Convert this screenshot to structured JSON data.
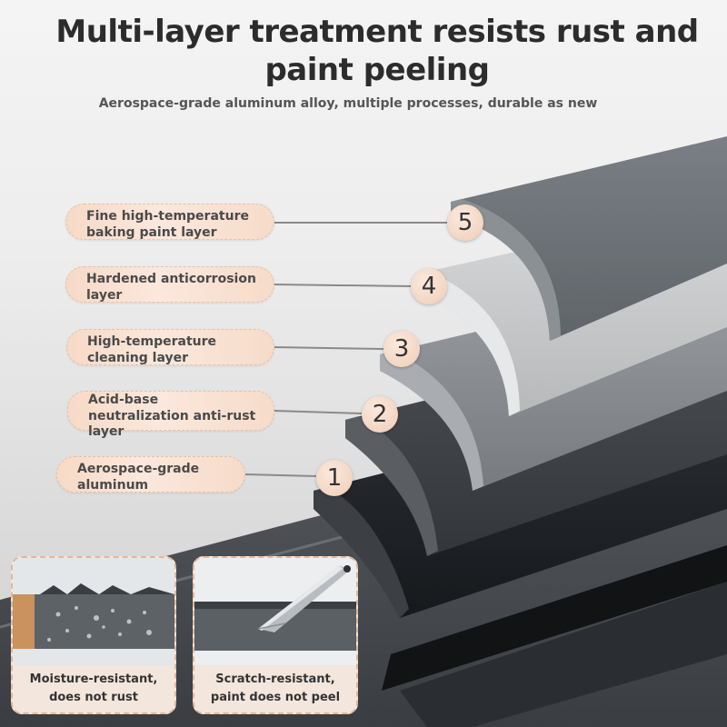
{
  "header": {
    "title_line1": "Multi-layer treatment resists rust and",
    "title_line2": "paint peeling",
    "subtitle": "Aerospace-grade aluminum alloy, multiple processes, durable as new"
  },
  "layers": [
    {
      "number": "5",
      "label_line1": "Fine high-temperature",
      "label_line2": "baking paint layer",
      "label_line3": ""
    },
    {
      "number": "4",
      "label_line1": "Hardened anticorrosion",
      "label_line2": "layer",
      "label_line3": ""
    },
    {
      "number": "3",
      "label_line1": "High-temperature",
      "label_line2": "cleaning layer",
      "label_line3": ""
    },
    {
      "number": "2",
      "label_line1": "Acid-base",
      "label_line2": "neutralization anti-rust",
      "label_line3": "layer"
    },
    {
      "number": "1",
      "label_line1": "Aerospace-grade",
      "label_line2": "aluminum",
      "label_line3": ""
    }
  ],
  "features": [
    {
      "caption_line1": "Moisture-resistant,",
      "caption_line2": "does not rust"
    },
    {
      "caption_line1": "Scratch-resistant,",
      "caption_line2": "paint does not peel"
    }
  ],
  "colors": {
    "label_pill": "#f8e1d2",
    "layer_top_paint": "#6f7479",
    "layer_anticorrosion": "#c9cacc",
    "layer_cleaning": "#8d9196",
    "layer_antirust": "#3f4348",
    "layer_aluminum": "#22262b"
  },
  "icons": [
    "water-droplet-icon",
    "knife-blade-icon"
  ]
}
